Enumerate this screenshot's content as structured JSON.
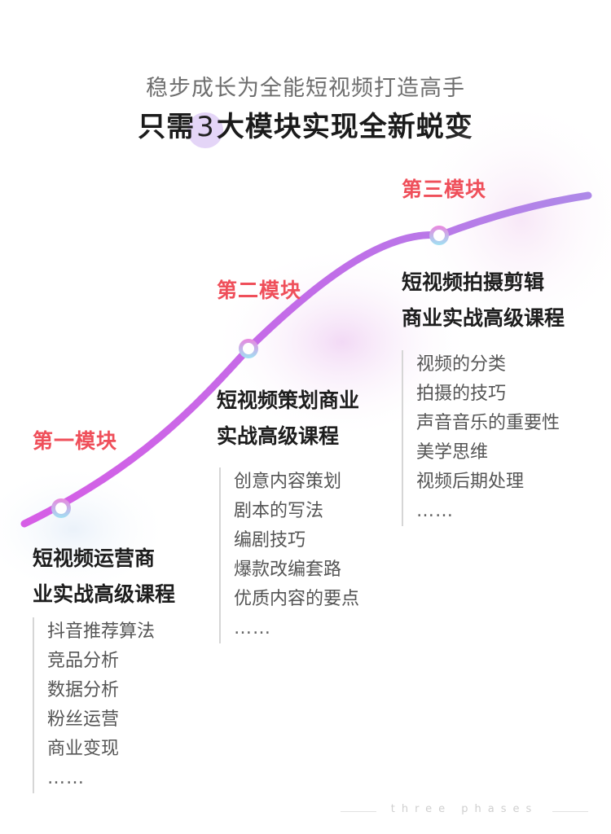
{
  "header": {
    "subtitle": "稳步成长为全能短视频打造高手",
    "headline_prefix": "只需",
    "headline_number": "3",
    "headline_suffix": "大模块实现全新蜕变"
  },
  "modules": [
    {
      "label": "第一模块",
      "course_line1": "短视频运营商",
      "course_line2": "业实战高级课程",
      "topics": [
        "抖音推荐算法",
        "竞品分析",
        "数据分析",
        "粉丝运营",
        "商业变现"
      ],
      "more": "……"
    },
    {
      "label": "第二模块",
      "course_line1": "短视频策划商业",
      "course_line2": "实战高级课程",
      "topics": [
        "创意内容策划",
        "剧本的写法",
        "编剧技巧",
        "爆款改编套路",
        "优质内容的要点"
      ],
      "more": "……"
    },
    {
      "label": "第三模块",
      "course_line1": "短视频拍摄剪辑",
      "course_line2": "商业实战高级课程",
      "topics": [
        "视频的分类",
        "拍摄的技巧",
        "声音音乐的重要性",
        "美学思维",
        "视频后期处理"
      ],
      "more": "……"
    }
  ],
  "footer": {
    "caption": "three phases"
  },
  "colors": {
    "accent_red": "#ef4f5a",
    "curve_start": "#d661e6",
    "curve_end": "#b487e8",
    "node_ring_top": "#e88be0",
    "node_ring_bottom": "#9fe0f2"
  }
}
